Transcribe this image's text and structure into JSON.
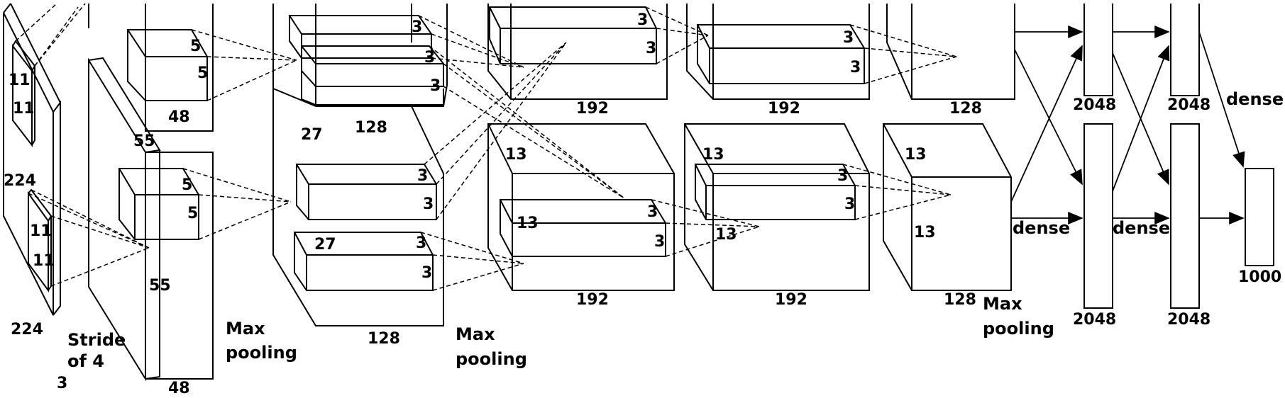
{
  "diagram": {
    "input": {
      "height": "224",
      "width": "224",
      "depth": "3",
      "kernel": "11",
      "stride_line1": "Stride",
      "stride_line2": "of 4"
    },
    "conv1": {
      "size": "55",
      "depth_top": "48",
      "depth_bottom": "48",
      "kernel": "5"
    },
    "conv2": {
      "size": "27",
      "depth_top": "128",
      "depth_bottom": "128",
      "kernel": "3"
    },
    "conv3": {
      "size": "13",
      "depth_top": "192",
      "depth_bottom": "192",
      "kernel": "3"
    },
    "conv4": {
      "size": "13",
      "depth_top": "192",
      "depth_bottom": "192",
      "kernel": "3"
    },
    "conv5": {
      "size": "13",
      "depth_top": "128",
      "depth_bottom": "128"
    },
    "fc6": {
      "top": "2048",
      "bottom": "2048"
    },
    "fc7": {
      "top": "2048",
      "bottom": "2048"
    },
    "fc8": {
      "label": "1000"
    },
    "labels": {
      "max_pool_line1": "Max",
      "max_pool_line2": "pooling",
      "dense": "dense"
    }
  }
}
